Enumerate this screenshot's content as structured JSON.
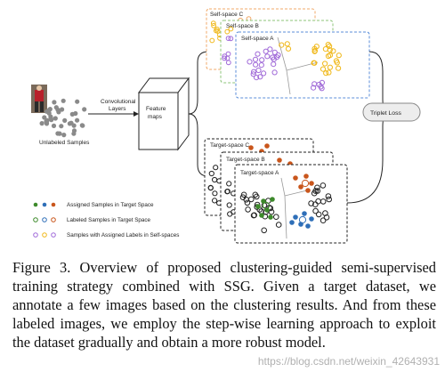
{
  "figure": {
    "unlabeled_samples": "Unlabeled Samples",
    "conv_line1": "Convolutional",
    "conv_line2": "Layers",
    "feature_line1": "Feature",
    "feature_line2": "maps",
    "triplet_loss": "Triplet Loss",
    "self_spaces": [
      "Self-space C",
      "Self-space B",
      "Self-space A"
    ],
    "target_spaces": [
      "Target-space C",
      "Target-space B",
      "Target-space A"
    ],
    "legend": [
      "Assigned Samples in Target Space",
      "Labeled Samples in Target Space",
      "Samples with Assigned Labels in Self-spaces"
    ],
    "colors": {
      "green": "#3d8a2b",
      "blue": "#2f6fb8",
      "orange": "#c9561c",
      "purple": "#a06ad8",
      "yellow": "#f0b81a",
      "frame_orange": "#f0a868",
      "frame_green": "#8cc47a",
      "frame_blue": "#5b8ed8"
    }
  },
  "caption": {
    "label": "Figure 3.",
    "text": "Overview of proposed clustering-guided semi-supervised training strategy combined with SSG. Given a target dataset, we annotate a few images based on the clustering results. And from these labeled images, we employ the step-wise learning approach to exploit the dataset gradually and obtain a more robust model."
  },
  "watermark": "https://blog.csdn.net/weixin_42643931"
}
